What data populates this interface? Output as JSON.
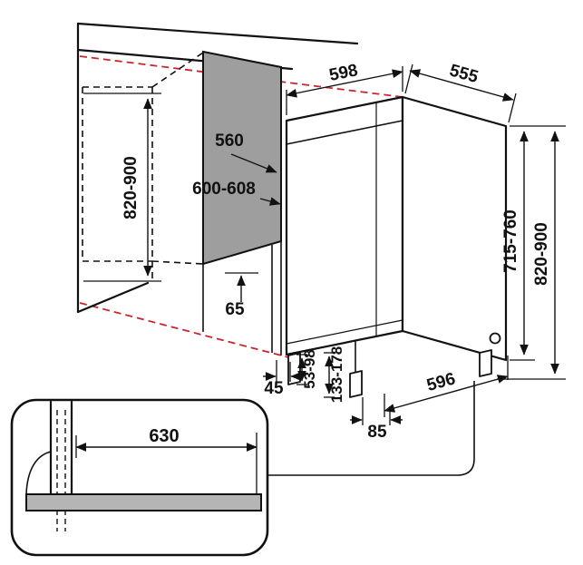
{
  "diagram": {
    "dimensions": {
      "appliance_width": "598",
      "appliance_depth": "555",
      "niche_depth": "560",
      "niche_width": "600-608",
      "niche_height": "820-900",
      "appliance_height": "715-760",
      "overall_height": "820-900",
      "side_clearance": "65",
      "front_clearance": "45",
      "foot_adjustment": "53-98",
      "plinth_range": "133-178",
      "base_depth": "596",
      "rear_clearance": "85",
      "plinth_opening_width": "630"
    },
    "colors": {
      "line": "#111111",
      "alignment": "#c9252b",
      "niche_panel_fill": "#9e9e9e",
      "plinth_fill": "#b5b5b5",
      "background": "#ffffff"
    }
  }
}
